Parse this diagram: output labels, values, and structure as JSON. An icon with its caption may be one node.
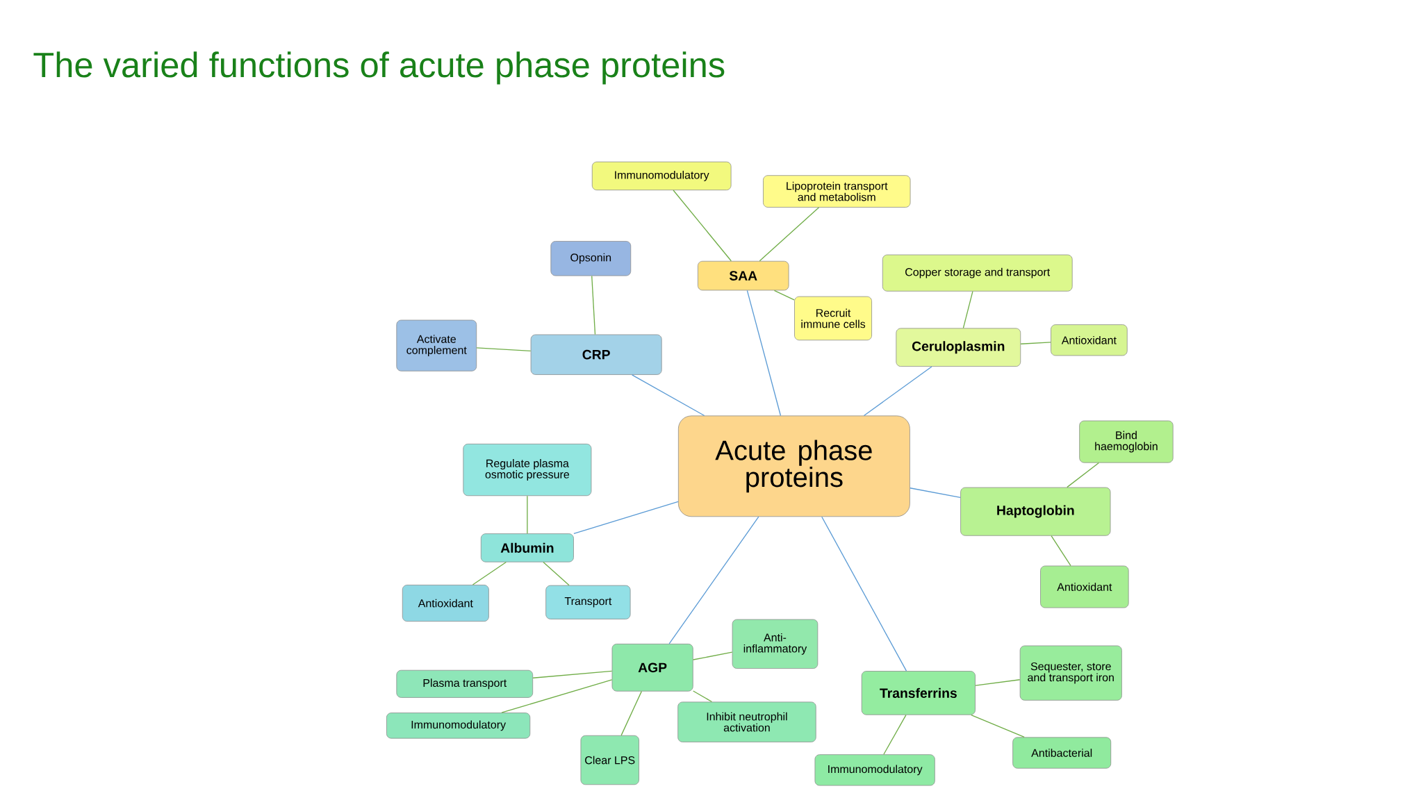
{
  "diagram": {
    "title": "The varied functions of acute phase proteins",
    "nodes": [
      {
        "text": [
          "Acute phase proteins"
        ]
      },
      {
        "text": [
          "CRP"
        ]
      },
      {
        "text": [
          "Opsonin"
        ]
      },
      {
        "text": [
          "Activate complement"
        ]
      },
      {
        "text": [
          "SAA"
        ]
      },
      {
        "text": [
          "Immunomodulatory"
        ]
      },
      {
        "text": [
          "Lipoprotein transport and metabolism"
        ]
      },
      {
        "text": [
          "Recruit immune cells"
        ]
      },
      {
        "text": [
          "Ceruloplasmin"
        ]
      },
      {
        "text": [
          "Copper storage and transport"
        ]
      },
      {
        "text": [
          "Antioxidant"
        ]
      },
      {
        "text": [
          "Haptoglobin"
        ]
      },
      {
        "text": [
          "Bind haemoglobin"
        ]
      },
      {
        "text": [
          "Antioxidant"
        ]
      },
      {
        "text": [
          "Transferrins"
        ]
      },
      {
        "text": [
          "Sequester, store and transport iron"
        ]
      },
      {
        "text": [
          "Antibacterial"
        ]
      },
      {
        "text": [
          "Immunomodulatory"
        ]
      },
      {
        "text": [
          "AGP"
        ]
      },
      {
        "text": [
          "Anti-inflammatory"
        ]
      },
      {
        "text": [
          "Plasma transport"
        ]
      },
      {
        "text": [
          "Immunomodulatory"
        ]
      },
      {
        "text": [
          "Clear LPS"
        ]
      },
      {
        "text": [
          "Inhibit neutrophil activation"
        ]
      },
      {
        "text": [
          "Albumin"
        ]
      },
      {
        "text": [
          "Regulate plasma osmotic pressure"
        ]
      },
      {
        "text": [
          "Antioxidant"
        ]
      },
      {
        "text": [
          "Transport"
        ]
      }
    ],
    "edges": [
      {
        "from": 0,
        "to": 1,
        "arrow": "none",
        "color": "#5b9bd5"
      },
      {
        "from": 1,
        "to": 2,
        "arrow": "none"
      },
      {
        "from": 1,
        "to": 3,
        "arrow": "none"
      },
      {
        "from": 0,
        "to": 4,
        "arrow": "none",
        "color": "#5b9bd5"
      },
      {
        "from": 4,
        "to": 5,
        "arrow": "none"
      },
      {
        "from": 4,
        "to": 6,
        "arrow": "none"
      },
      {
        "from": 4,
        "to": 7,
        "arrow": "none"
      },
      {
        "from": 0,
        "to": 8,
        "arrow": "none",
        "color": "#5b9bd5"
      },
      {
        "from": 8,
        "to": 9,
        "arrow": "none"
      },
      {
        "from": 8,
        "to": 10,
        "arrow": "none"
      },
      {
        "from": 0,
        "to": 11,
        "arrow": "none",
        "color": "#5b9bd5"
      },
      {
        "from": 11,
        "to": 12,
        "arrow": "none"
      },
      {
        "from": 11,
        "to": 13,
        "arrow": "none"
      },
      {
        "from": 0,
        "to": 14,
        "arrow": "none",
        "color": "#5b9bd5"
      },
      {
        "from": 14,
        "to": 15,
        "arrow": "none"
      },
      {
        "from": 14,
        "to": 16,
        "arrow": "none"
      },
      {
        "from": 14,
        "to": 17,
        "arrow": "none"
      },
      {
        "from": 0,
        "to": 18,
        "arrow": "none",
        "color": "#5b9bd5"
      },
      {
        "from": 18,
        "to": 19,
        "arrow": "none"
      },
      {
        "from": 18,
        "to": 20,
        "arrow": "none"
      },
      {
        "from": 18,
        "to": 21,
        "arrow": "none"
      },
      {
        "from": 18,
        "to": 22,
        "arrow": "none"
      },
      {
        "from": 18,
        "to": 23,
        "arrow": "none"
      },
      {
        "from": 0,
        "to": 24,
        "arrow": "none",
        "color": "#5b9bd5"
      },
      {
        "from": 24,
        "to": 25,
        "arrow": "none"
      },
      {
        "from": 24,
        "to": 26,
        "arrow": "none"
      },
      {
        "from": 24,
        "to": 27,
        "arrow": "none"
      }
    ]
  }
}
